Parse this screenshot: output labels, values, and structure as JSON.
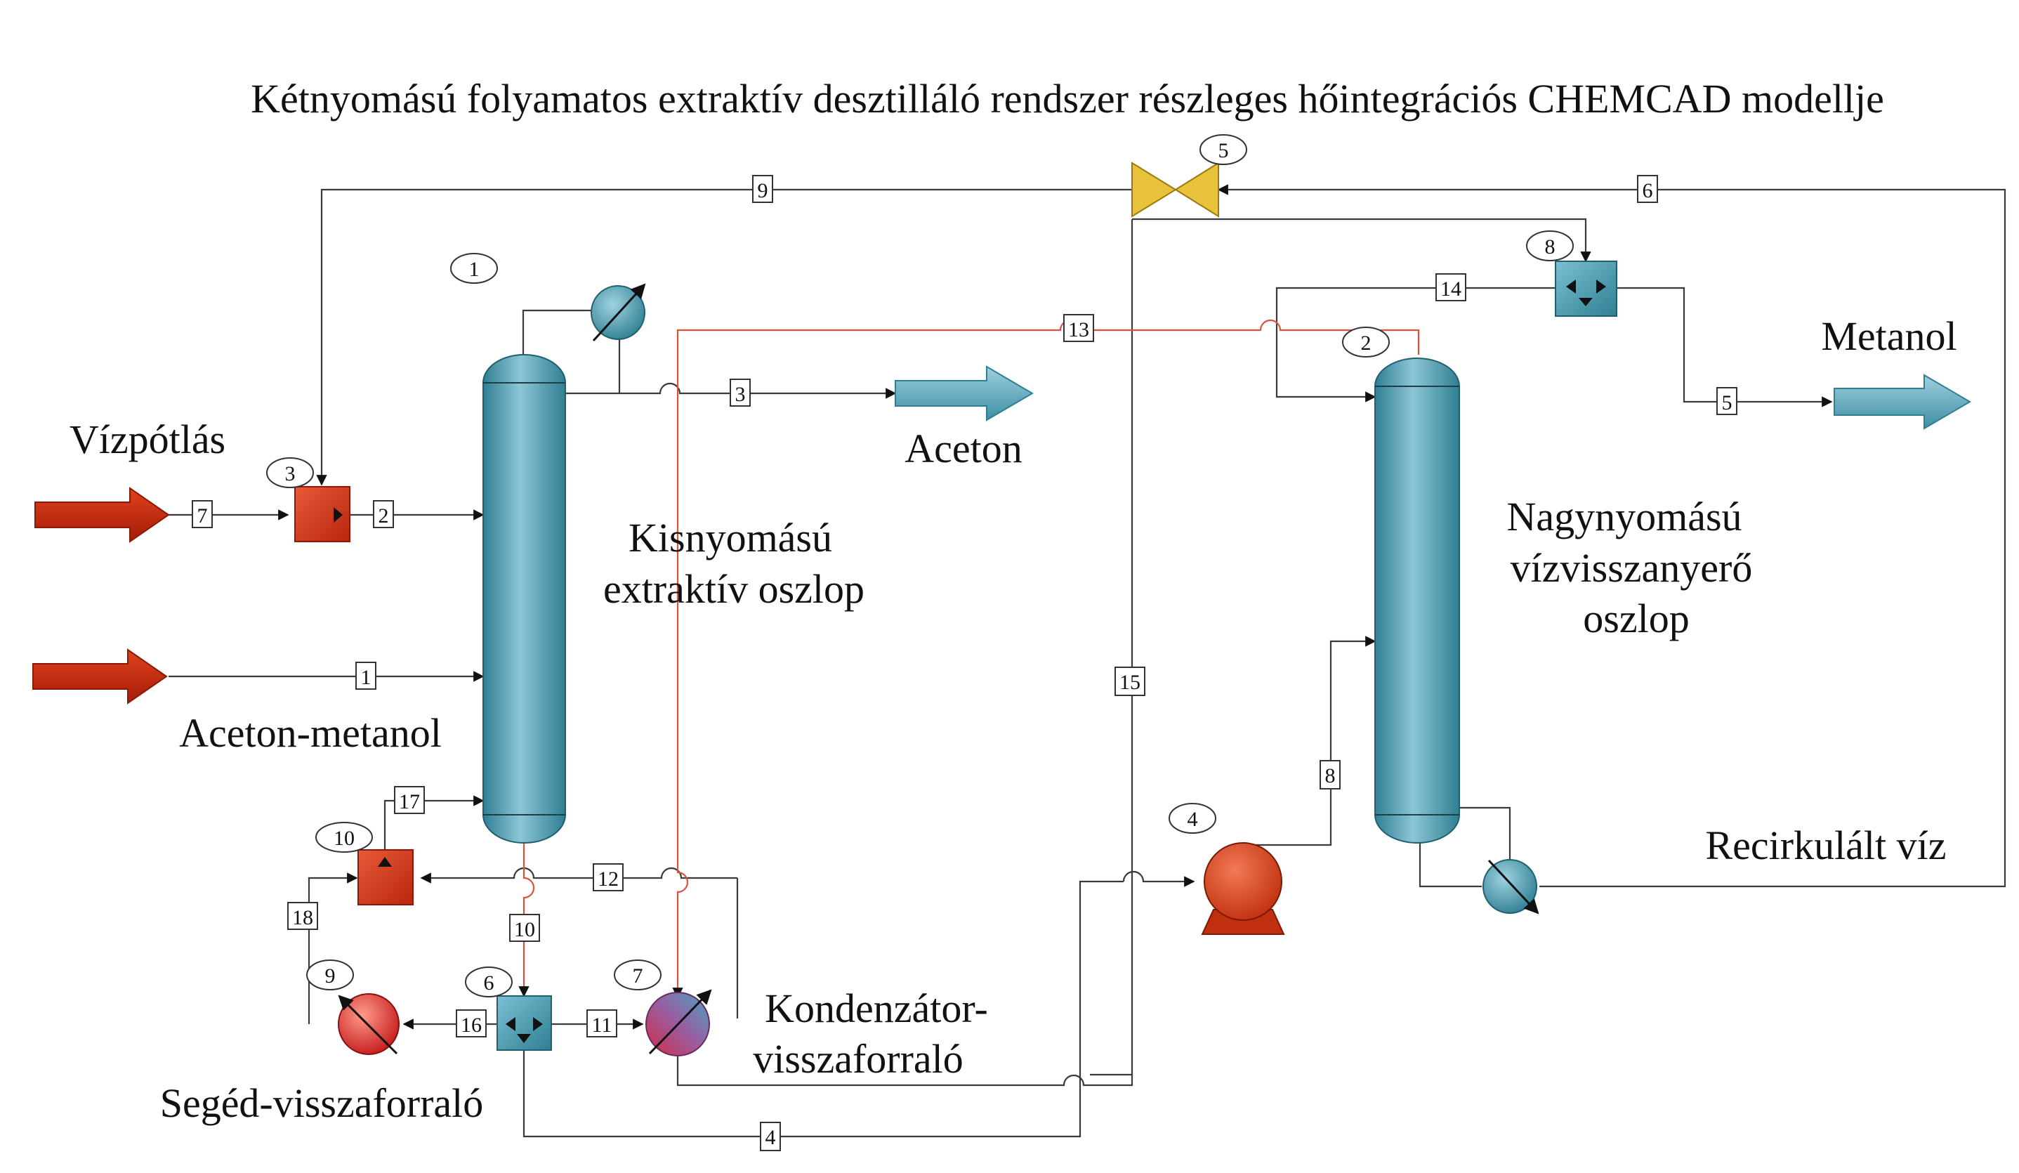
{
  "title": "Kétnyomású folyamatos extraktív desztilláló rendszer részleges hőintegrációs CHEMCAD modellje",
  "labels": {
    "vizpotlas": "Vízpótlás",
    "aceton_metanol": "Aceton-metanol",
    "aceton": "Aceton",
    "metanol": "Metanol",
    "kisnyomasu_1": "Kisnyomású",
    "kisnyomasu_2": "extraktív oszlop",
    "nagynyomasu_1": "Nagynyomású",
    "nagynyomasu_2": "vízvisszanyerő",
    "nagynyomasu_3": "oszlop",
    "recirkulalt": "Recirkulált víz",
    "kondenzator_1": "Kondenzátor-",
    "kondenzator_2": "visszaforraló",
    "seged": "Segéd-visszaforraló"
  },
  "streams": {
    "s1": "1",
    "s2": "2",
    "s3": "3",
    "s4": "4",
    "s5": "5",
    "s6": "6",
    "s7": "7",
    "s8": "8",
    "s9": "9",
    "s10": "10",
    "s11": "11",
    "s12": "12",
    "s13": "13",
    "s14": "14",
    "s15": "15",
    "s16": "16",
    "s17": "17",
    "s18": "18"
  },
  "units": {
    "u1": "1",
    "u2": "2",
    "u3": "3",
    "u4": "4",
    "u5": "5",
    "u6": "6",
    "u7": "7",
    "u8": "8",
    "u9": "9",
    "u10": "10"
  },
  "colors": {
    "column": "#4f9aae",
    "feed_arrow": "#c8260f",
    "product_arrow": "#5aa6c0",
    "heater": "#e0401f",
    "valve": "#e8c23a",
    "heat_stream": "#d9533f"
  }
}
